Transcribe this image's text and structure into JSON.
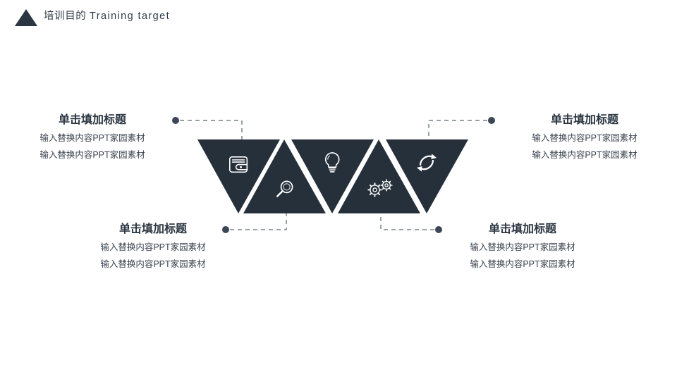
{
  "header": {
    "title_cn": "培训目的",
    "title_en": "Training target",
    "marker_icon": "triangle-up-icon"
  },
  "theme": {
    "dark": "#26303b",
    "title_text": "#2b3642",
    "body_text": "#3a434e",
    "dot": "#3b4657",
    "dash": "#5c6672",
    "background": "#ffffff"
  },
  "diagram": {
    "type": "alternating-triangle-process",
    "triangles": [
      {
        "id": "t1",
        "direction": "down",
        "icon": "wallet-icon"
      },
      {
        "id": "t2",
        "direction": "up",
        "icon": "magnifier-icon"
      },
      {
        "id": "t3",
        "direction": "down",
        "icon": "lightbulb-icon"
      },
      {
        "id": "t4",
        "direction": "up",
        "icon": "gears-icon"
      },
      {
        "id": "t5",
        "direction": "down",
        "icon": "refresh-icon"
      }
    ]
  },
  "blocks": {
    "top_left": {
      "title": "单击填加标题",
      "line1": "输入替换内容PPT家园素材",
      "line2": "输入替换内容PPT家园素材"
    },
    "top_right": {
      "title": "单击填加标题",
      "line1": "输入替换内容PPT家园素材",
      "line2": "输入替换内容PPT家园素材"
    },
    "bottom_left": {
      "title": "单击填加标题",
      "line1": "输入替换内容PPT家园素材",
      "line2": "输入替换内容PPT家园素材"
    },
    "bottom_right": {
      "title": "单击填加标题",
      "line1": "输入替换内容PPT家园素材",
      "line2": "输入替换内容PPT家园素材"
    }
  }
}
